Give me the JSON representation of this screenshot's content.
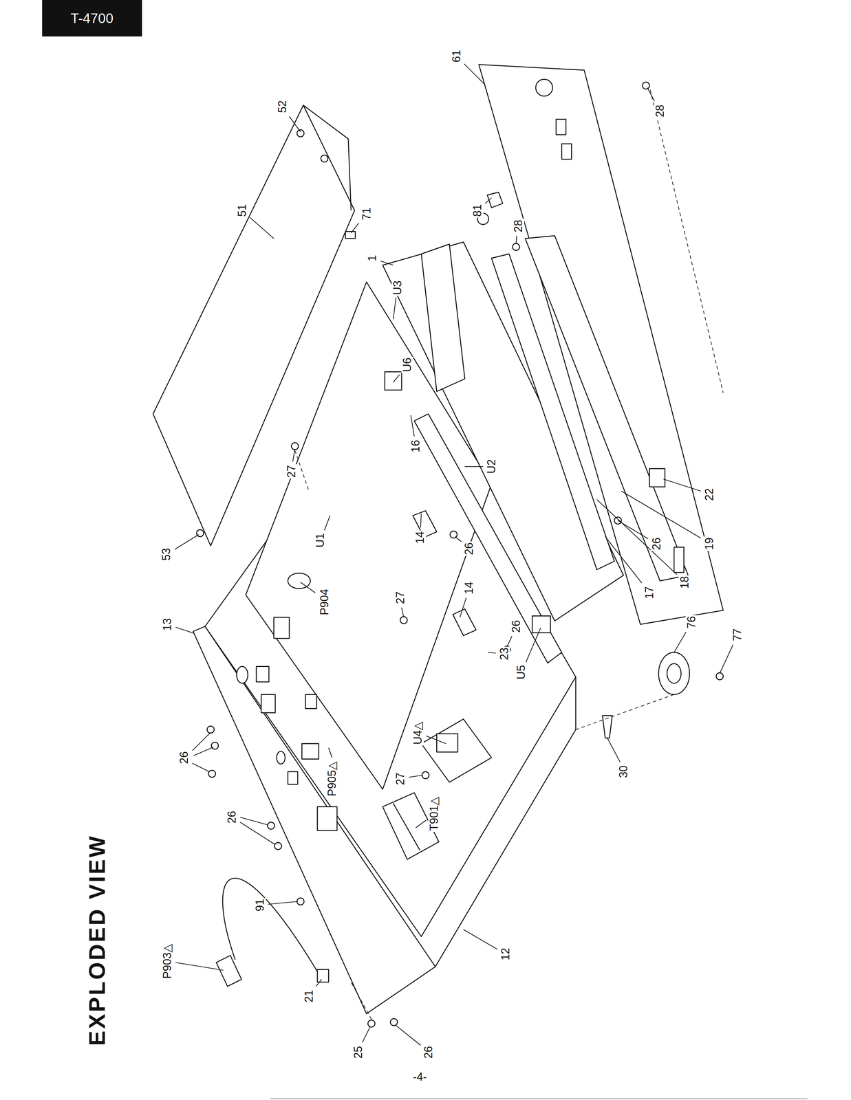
{
  "diagram": {
    "title": "EXPLODED VIEW",
    "nodes": [
      {
        "text": [
          "T-4700"
        ]
      }
    ],
    "labels": [
      "61",
      "52",
      "28",
      "51",
      "81",
      "71",
      "28",
      "1",
      "U3",
      "U6",
      "16",
      "27",
      "U2",
      "22",
      "26",
      "19",
      "53",
      "U1",
      "26",
      "18",
      "P904",
      "14",
      "14",
      "17",
      "13",
      "27",
      "76",
      "26",
      "77",
      "23",
      "U5",
      "26",
      "U4△",
      "30",
      "27",
      "P905△",
      "T901△",
      "26",
      "91",
      "P903△",
      "12",
      "21",
      "25",
      "26",
      "-4-"
    ]
  }
}
